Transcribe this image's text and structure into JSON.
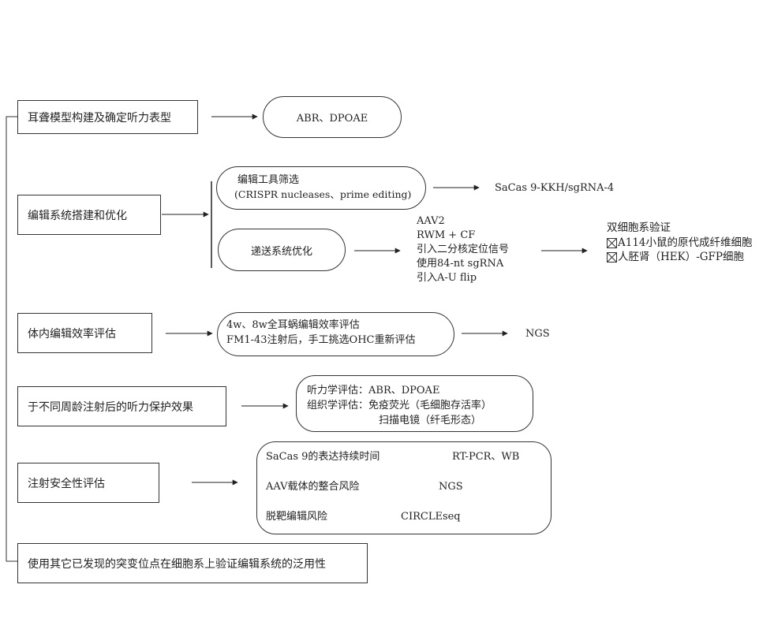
{
  "steps": {
    "s1": "耳聋模型构建及确定听力表型",
    "s2": "编辑系统搭建和优化",
    "s3": "体内编辑效率评估",
    "s4": "于不同周龄注射后的听力保护效果",
    "s5": "注射安全性评估",
    "s6": "使用其它已发现的突变位点在细胞系上验证编辑系统的泛用性"
  },
  "s1_result": "ABR、DPOAE",
  "s2_tools": {
    "line1": "编辑工具筛选",
    "line2": "(CRISPR nucleases、prime editing)",
    "result": "SaCas 9-KKH/sgRNA-4"
  },
  "s2_delivery": {
    "label": "递送系统优化",
    "items": [
      "AAV2",
      "RWM + CF",
      "引入二分核定位信号",
      "使用84-nt sgRNA",
      "引入A-U flip"
    ]
  },
  "s2_validation": {
    "title": "双细胞系验证",
    "items": [
      "A114小鼠的原代成纤维细胞",
      "人胚肾（HEK）-GFP细胞"
    ]
  },
  "s3_box": {
    "line1": "4w、8w全耳蜗编辑效率评估",
    "line2": "FM1-43注射后，手工挑选OHC重新评估",
    "result": "NGS"
  },
  "s4_box": {
    "line1": "听力学评估：ABR、DPOAE",
    "line2": "组织学评估：免疫荧光（毛细胞存活率）",
    "line3": "扫描电镜（纤毛形态）"
  },
  "s5_box": {
    "row1": "SaCas 9的表达持续时间",
    "row1_result": "RT-PCR、WB",
    "row2": "AAV载体的整合风险",
    "row2_result": "NGS",
    "row3": "脱靶编辑风险",
    "row3_result": "CIRCLEseq"
  }
}
